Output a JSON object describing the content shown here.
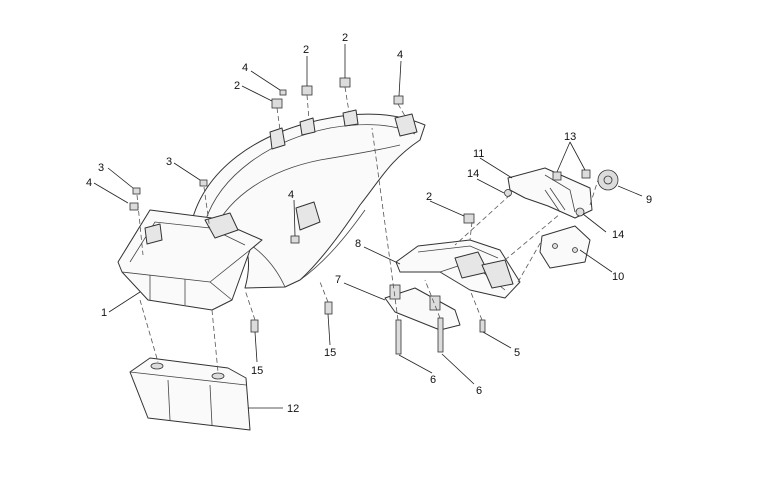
{
  "callouts": [
    {
      "id": "c1",
      "label": "1"
    },
    {
      "id": "c2a",
      "label": "2"
    },
    {
      "id": "c2b",
      "label": "2"
    },
    {
      "id": "c2c",
      "label": "2"
    },
    {
      "id": "c2d",
      "label": "2"
    },
    {
      "id": "c3a",
      "label": "3"
    },
    {
      "id": "c3b",
      "label": "3"
    },
    {
      "id": "c4a",
      "label": "4"
    },
    {
      "id": "c4b",
      "label": "4"
    },
    {
      "id": "c4c",
      "label": "4"
    },
    {
      "id": "c4d",
      "label": "4"
    },
    {
      "id": "c5",
      "label": "5"
    },
    {
      "id": "c6a",
      "label": "6"
    },
    {
      "id": "c6b",
      "label": "6"
    },
    {
      "id": "c7",
      "label": "7"
    },
    {
      "id": "c8",
      "label": "8"
    },
    {
      "id": "c9",
      "label": "9"
    },
    {
      "id": "c10",
      "label": "10"
    },
    {
      "id": "c11",
      "label": "11"
    },
    {
      "id": "c12",
      "label": "12"
    },
    {
      "id": "c13",
      "label": "13"
    },
    {
      "id": "c14a",
      "label": "14"
    },
    {
      "id": "c14b",
      "label": "14"
    },
    {
      "id": "c15a",
      "label": "15"
    },
    {
      "id": "c15b",
      "label": "15"
    }
  ]
}
